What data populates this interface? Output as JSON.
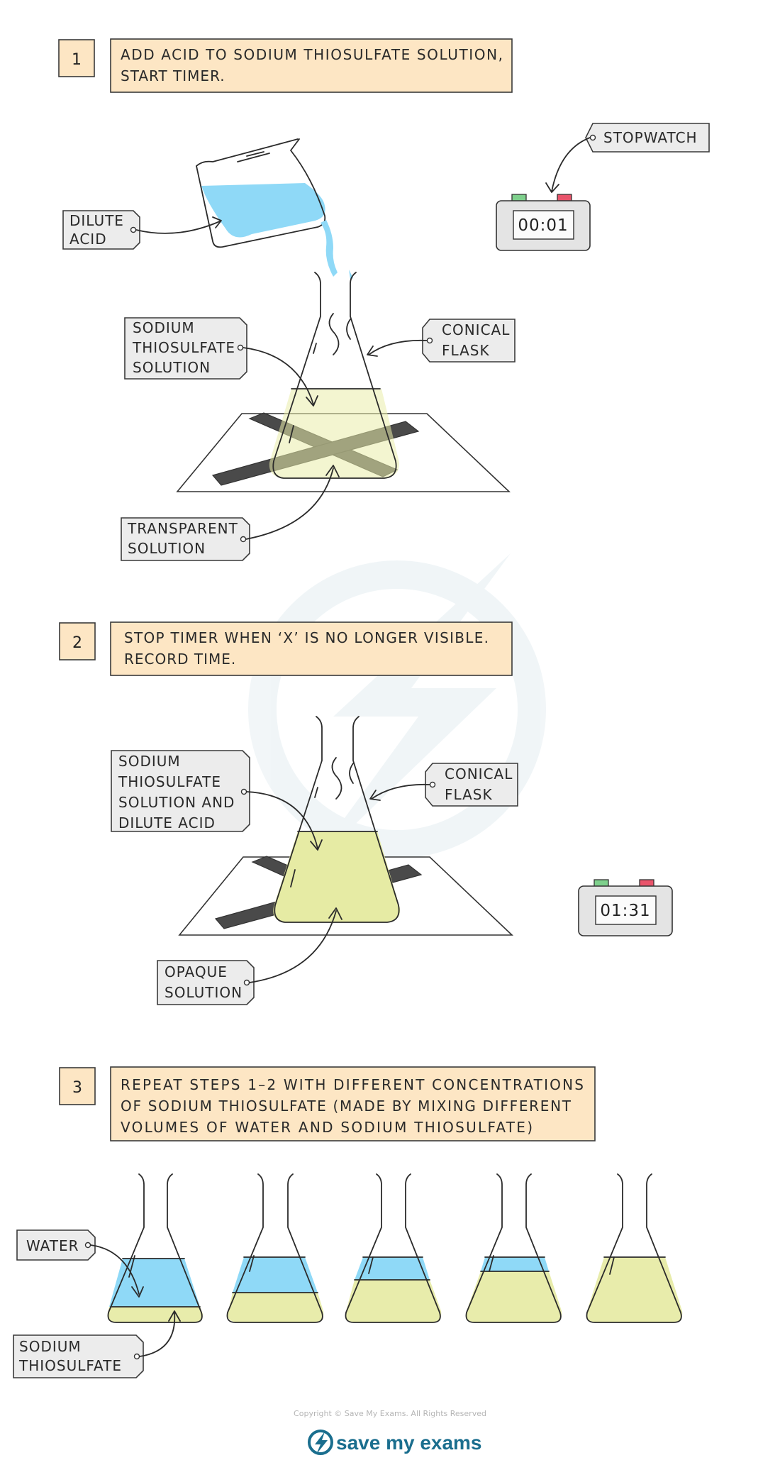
{
  "steps": [
    {
      "number": "1",
      "text_line1": "ADD ACID TO SODIUM THIOSULFATE  SOLUTION,",
      "text_line2": "START  TIMER."
    },
    {
      "number": "2",
      "text_line1": "STOP TIMER WHEN ‘X’ IS NO LONGER VISIBLE.",
      "text_line2": "RECORD TIME."
    },
    {
      "number": "3",
      "text_line1": "REPEAT STEPS 1–2 WITH DIFFERENT CONCENTRATIONS",
      "text_line2": "OF SODIUM THIOSULFATE (MADE BY MIXING DIFFERENT",
      "text_line3": "VOLUMES OF WATER AND SODIUM THIOSULFATE)"
    }
  ],
  "labels": {
    "dilute_acid": [
      "DILUTE",
      "ACID"
    ],
    "stopwatch": "STOPWATCH",
    "sodium_thiosulfate_solution": [
      "SODIUM",
      "THIOSULFATE",
      "SOLUTION"
    ],
    "conical_flask_1": [
      "CONICAL",
      "FLASK"
    ],
    "transparent_solution": [
      "TRANSPARENT",
      "SOLUTION"
    ],
    "mixture": [
      "SODIUM",
      "THIOSULFATE",
      "SOLUTION  AND",
      "DILUTE  ACID"
    ],
    "conical_flask_2": [
      "CONICAL",
      "FLASK"
    ],
    "opaque_solution": [
      "OPAQUE",
      "SOLUTION"
    ],
    "water": "WATER",
    "sodium_thiosulfate": [
      "SODIUM",
      "THIOSULFATE"
    ]
  },
  "timers": {
    "start": "00:01",
    "end": "01:31"
  },
  "footer": {
    "copyright": "Copyright © Save My Exams. All Rights Reserved",
    "brand": "save my exams"
  },
  "colors": {
    "step_fill": "#fde6c4",
    "tag_fill": "#ececec",
    "water": "#8fd9f7",
    "thiosulfate": "#e8ecab",
    "opaque": "#e6eba4",
    "cross": "#4a4a4a",
    "brand": "#1a6e8e",
    "green_button": "#7ed08c",
    "red_button": "#e9546b"
  }
}
